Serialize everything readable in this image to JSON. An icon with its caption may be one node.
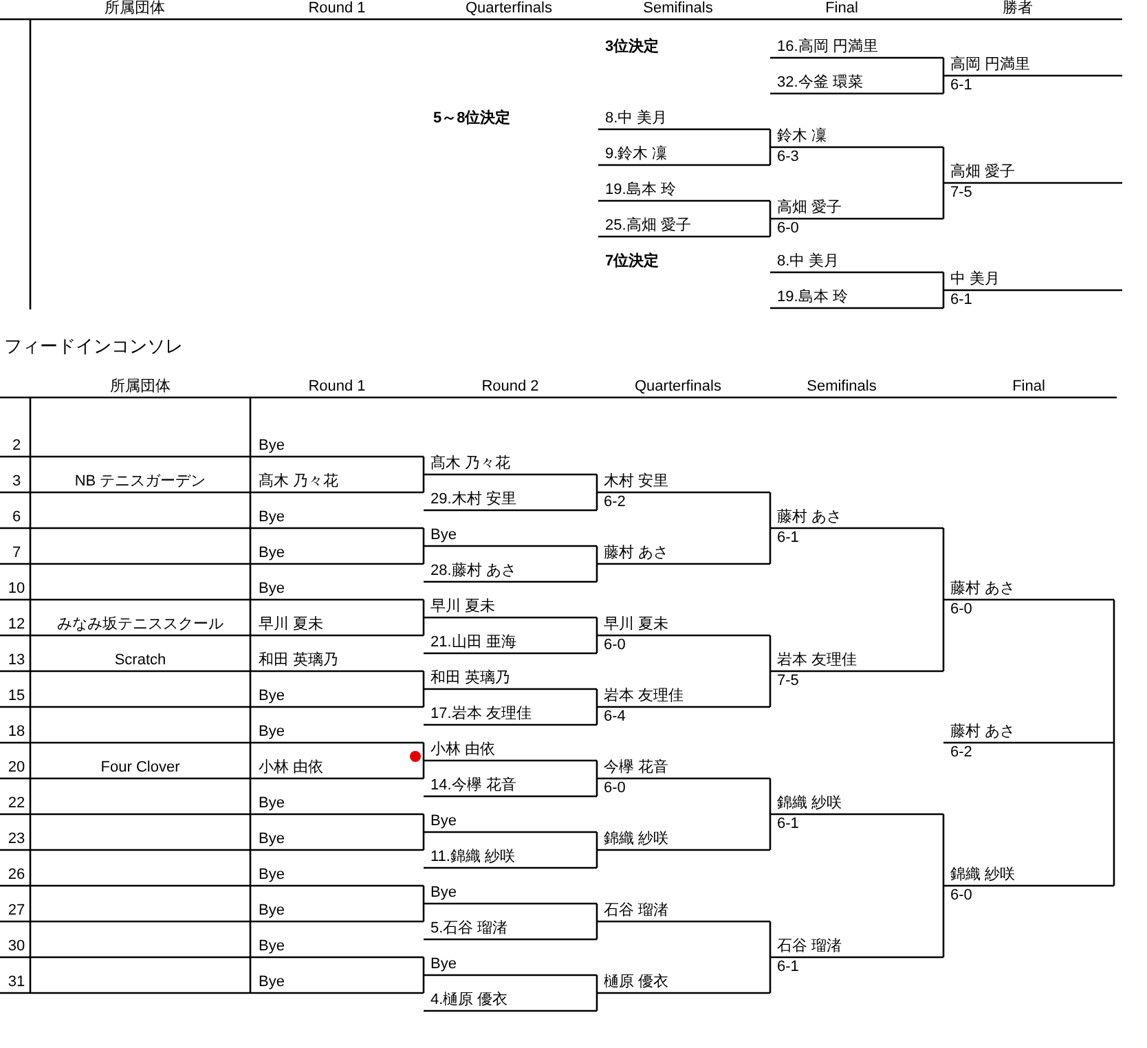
{
  "diagram": {
    "labels": [
      "所属団体",
      "Round 1",
      "Quarterfinals",
      "Semifinals",
      "Final",
      "勝者",
      "3位決定",
      "16.高岡 円満里",
      "高岡 円満里",
      "6-1",
      "32.今釜 環菜",
      "5～8位決定",
      "8.中 美月",
      "鈴木 凜",
      "6-3",
      "9.鈴木 凜",
      "高畑 愛子",
      "7-5",
      "19.島本 玲",
      "高畑 愛子",
      "6-0",
      "25.高畑 愛子",
      "7位決定",
      "8.中 美月",
      "中 美月",
      "6-1",
      "19.島本 玲",
      "フィードインコンソレ",
      "所属団体",
      "Round 1",
      "Round 2",
      "Quarterfinals",
      "Semifinals",
      "Final",
      "2",
      "Bye",
      "髙木 乃々花",
      "3",
      "NB テニスガーデン",
      "髙木 乃々花",
      "木村 安里",
      "6-2",
      "29.木村 安里",
      "6",
      "Bye",
      "藤村 あさ",
      "6-1",
      "Bye",
      "7",
      "Bye",
      "藤村 あさ",
      "28.藤村 あさ",
      "10",
      "Bye",
      "藤村 あさ",
      "6-0",
      "早川 夏未",
      "12",
      "みなみ坂テニススクール",
      "早川 夏未",
      "早川 夏未",
      "6-0",
      "21.山田 亜海",
      "13",
      "Scratch",
      "和田 英璃乃",
      "岩本 友理佳",
      "7-5",
      "和田 英璃乃",
      "15",
      "Bye",
      "岩本 友理佳",
      "6-4",
      "17.岩本 友理佳",
      "18",
      "Bye",
      "藤村 あさ",
      "6-2",
      "小林 由依",
      "20",
      "Four Clover",
      "小林 由依",
      "今欅 花音",
      "6-0",
      "14.今欅 花音",
      "22",
      "Bye",
      "錦織 紗咲",
      "6-1",
      "Bye",
      "23",
      "Bye",
      "錦織 紗咲",
      "11.錦織 紗咲",
      "26",
      "Bye",
      "錦織 紗咲",
      "6-0",
      "Bye",
      "27",
      "Bye",
      "石谷 瑠渚",
      "5.石谷 瑠渚",
      "30",
      "Bye",
      "石谷 瑠渚",
      "6-1",
      "Bye",
      "31",
      "Bye",
      "樋原 優衣",
      "4.樋原 優衣"
    ]
  }
}
